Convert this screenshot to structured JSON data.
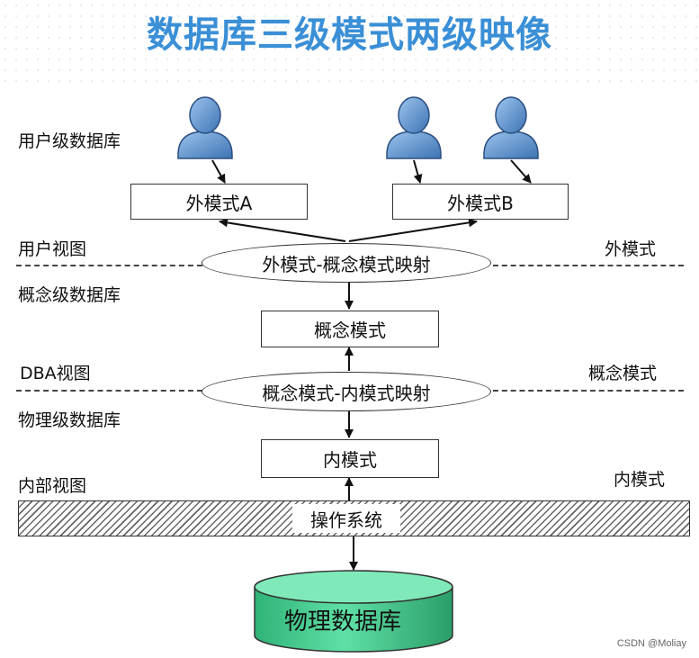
{
  "title": "数据库三级模式两级映像",
  "left_labels": {
    "user_db": "用户级数据库",
    "user_view": "用户视图",
    "concept_db": "概念级数据库",
    "dba_view": "DBA视图",
    "physical_db": "物理级数据库",
    "internal_view": "内部视图"
  },
  "right_labels": {
    "external": "外模式",
    "conceptual": "概念模式",
    "internal": "内模式"
  },
  "nodes": {
    "ext_a": "外模式A",
    "ext_b": "外模式B",
    "map_ext_concept": "外模式-概念模式映射",
    "concept": "概念模式",
    "map_concept_internal": "概念模式-内模式映射",
    "internal": "内模式",
    "os": "操作系统",
    "physical_db": "物理数据库"
  },
  "colors": {
    "title": "#3a8fd6",
    "user_icon": "#5b8fc7",
    "cylinder": "#3fc48a"
  },
  "watermark": "CSDN @Moliay"
}
